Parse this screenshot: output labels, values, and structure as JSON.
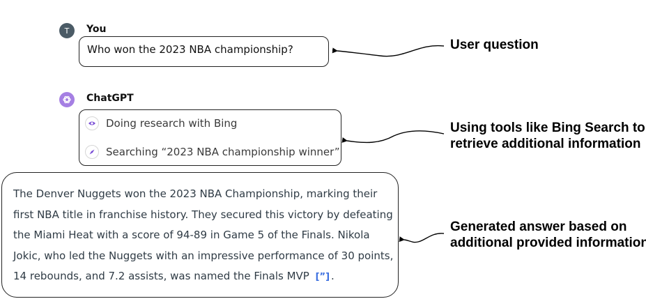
{
  "user": {
    "avatar_letter": "T",
    "name": "You",
    "question": "Who won the 2023 NBA championship?"
  },
  "assistant": {
    "name": "ChatGPT",
    "steps": [
      {
        "icon": "eye-icon",
        "label": "Doing research with Bing"
      },
      {
        "icon": "compass-icon",
        "label": "Searching “2023 NBA championship winner”"
      }
    ],
    "answer_lines": [
      "The Denver Nuggets won the 2023 NBA Championship, marking their",
      "first NBA title in franchise history. They secured this victory by defeating",
      "the Miami Heat with a score of 94-89 in Game 5 of the Finals. Nikola",
      "Jokic, who led the Nuggets with an impressive performance of 30 points,",
      "14 rebounds, and 7.2 assists, was named the Finals MVP"
    ],
    "citation_mark": "[”]",
    "answer_end": "."
  },
  "annotations": {
    "user_question": "User question",
    "tools_line1": "Using tools like Bing Search to",
    "tools_line2": "retrieve additional information",
    "generated_line1": "Generated answer based on",
    "generated_line2": "additional provided information"
  },
  "colors": {
    "user_avatar": "#4b5b66",
    "gpt_avatar": "#a57fe3",
    "citation": "#3b6fe0"
  }
}
